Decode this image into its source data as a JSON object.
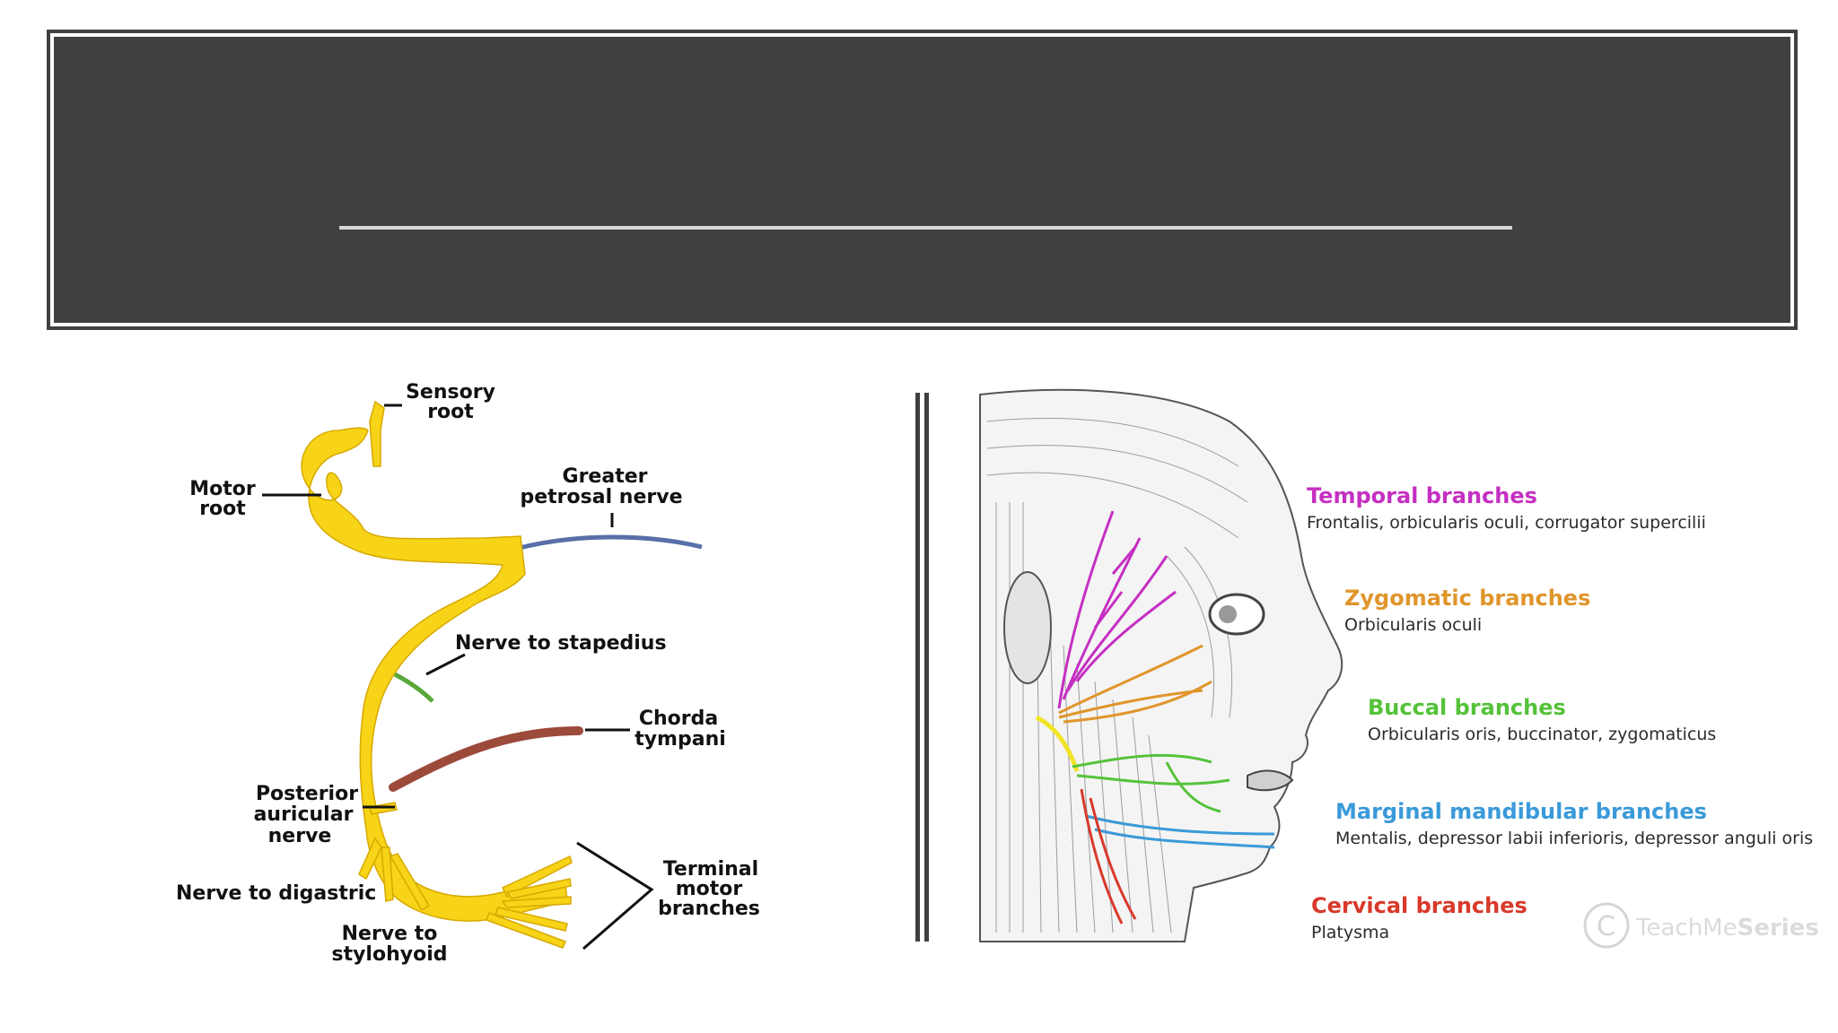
{
  "slide": {
    "title": ""
  },
  "left_diagram": {
    "labels": {
      "sensory_root_1": "Sensory",
      "sensory_root_2": "root",
      "motor_root_1": "Motor",
      "motor_root_2": "root",
      "greater_petrosal_1": "Greater",
      "greater_petrosal_2": "petrosal nerve",
      "nerve_to_stapedius": "Nerve to stapedius",
      "chorda_tympani_1": "Chorda",
      "chorda_tympani_2": "tympani",
      "posterior_auricular_1": "Posterior",
      "posterior_auricular_2": "auricular",
      "posterior_auricular_3": "nerve",
      "nerve_to_digastric": "Nerve to digastric",
      "nerve_to_stylohyoid_1": "Nerve to",
      "nerve_to_stylohyoid_2": "stylohyoid",
      "terminal_1": "Terminal",
      "terminal_2": "motor",
      "terminal_3": "branches"
    },
    "colors": {
      "nerve": "#f7d417",
      "greater_petrosal": "#5a6fa8",
      "chorda_tympani": "#9c4a3a",
      "stapedius": "#5aa83a"
    }
  },
  "right_diagram": {
    "branches": [
      {
        "name": "Temporal branches",
        "muscles": "Frontalis, orbicularis oculi, corrugator supercilii",
        "color": "#c52fc2"
      },
      {
        "name": "Zygomatic branches",
        "muscles": "Orbicularis oculi",
        "color": "#e0952b"
      },
      {
        "name": "Buccal branches",
        "muscles": "Orbicularis oris, buccinator, zygomaticus",
        "color": "#55c23a"
      },
      {
        "name": "Marginal mandibular branches",
        "muscles": "Mentalis, depressor labii inferioris, depressor anguli oris",
        "color": "#3a9ad9"
      },
      {
        "name": "Cervical branches",
        "muscles": "Platysma",
        "color": "#d8392b"
      }
    ],
    "watermark": {
      "part1": "Teach",
      "part2": "Me",
      "part3": "Series",
      "icon": "copyright-icon"
    },
    "colors": {
      "trunk": "#f1e427",
      "sketch": "#555555"
    }
  }
}
